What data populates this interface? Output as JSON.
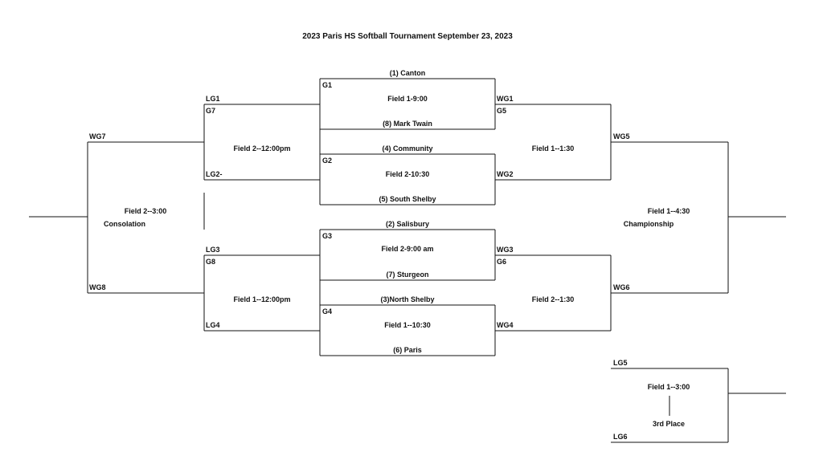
{
  "title": "2023 Paris HS Softball Tournament September 23, 2023",
  "teams": {
    "t1": "(1) Canton",
    "t8": "(8) Mark Twain",
    "t4": "(4) Community",
    "t5": "(5) South Shelby",
    "t2": "(2) Salisbury",
    "t7": "(7) Sturgeon",
    "t3": "(3)North Shelby",
    "t6": "(6) Paris"
  },
  "games": {
    "g1": "G1",
    "g2": "G2",
    "g3": "G3",
    "g4": "G4",
    "g5": "G5",
    "g6": "G6",
    "g7": "G7",
    "g8": "G8"
  },
  "slots": {
    "lg1": "LG1",
    "lg2": "LG2-",
    "lg3": "LG3",
    "lg4": "LG4",
    "lg5": "LG5",
    "lg6": "LG6",
    "wg1": "WG1",
    "wg2": "WG2",
    "wg3": "WG3",
    "wg4": "WG4",
    "wg5": "WG5",
    "wg6": "WG6",
    "wg7": "WG7",
    "wg8": "WG8"
  },
  "times": {
    "g1": "Field 1-9:00",
    "g2": "Field 2-10:30",
    "g3": "Field 2-9:00 am",
    "g4": "Field 1--10:30",
    "g5": "Field 1--1:30",
    "g6": "Field 2--1:30",
    "g7": "Field 2--12:00pm",
    "g8": "Field 1--12:00pm",
    "consolation": "Field 2--3:00",
    "championship": "Field 1--4:30",
    "third": "Field 1--3:00"
  },
  "labels": {
    "consolation": "Consolation",
    "championship": "Championship",
    "third": "3rd Place"
  }
}
